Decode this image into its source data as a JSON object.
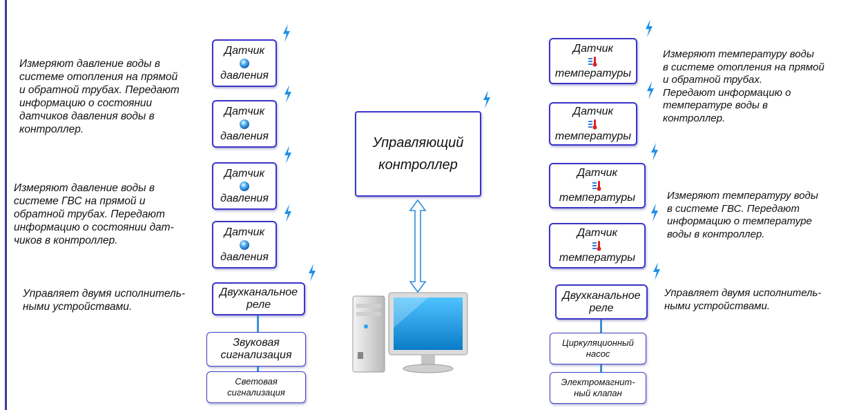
{
  "left": {
    "descriptions": [
      "Измеряют давление воды в\nсистеме отопления на прямой\nи обратной трубах. Передают\nинформацию о состоянии\nдатчиков давления воды  в\nконтроллер.",
      "Измеряют давление воды в\nсистеме ГВС на прямой и\nобратной трубах. Передают\nинформацию о состоянии дат-\nчиков в   контроллер.",
      "Управляет двумя исполнитель-\nными устройствами."
    ],
    "sensors": [
      {
        "top": "Датчик",
        "bottom": "давления",
        "icon": "pressure-sensor-icon"
      },
      {
        "top": "Датчик",
        "bottom": "давления",
        "icon": "pressure-sensor-icon"
      },
      {
        "top": "Датчик",
        "bottom": "давления",
        "icon": "pressure-sensor-icon"
      },
      {
        "top": "Датчик",
        "bottom": "давления",
        "icon": "pressure-sensor-icon"
      }
    ],
    "relay": "Двухканальное\nреле",
    "outputs": [
      "Звуковая\nсигнализация",
      "Световая\nсигнализация"
    ]
  },
  "center": {
    "controller": "Управляющий\nконтроллер",
    "computer_icon": "computer-icon"
  },
  "right": {
    "descriptions": [
      "Измеряют температуру воды\nв системе отопления на прямой\nи обратной трубах.\nПередают информацию о\nтемпературе воды в\nконтроллер.",
      "Измеряют температуру воды\nв системе ГВС. Передают\nинформацию о температуре\nводы в контроллер.",
      "Управляет двумя исполнитель-\nными устройствами."
    ],
    "sensors": [
      {
        "top": "Датчик",
        "bottom": "температуры",
        "icon": "temperature-sensor-icon"
      },
      {
        "top": "Датчик",
        "bottom": "температуры",
        "icon": "temperature-sensor-icon"
      },
      {
        "top": "Датчик",
        "bottom": "температуры",
        "icon": "temperature-sensor-icon"
      },
      {
        "top": "Датчик",
        "bottom": "температуры",
        "icon": "temperature-sensor-icon"
      }
    ],
    "relay": "Двухканальное\nреле",
    "outputs": [
      "Циркуляционный\nнасос",
      "Электромагнит-\nный клапан"
    ]
  },
  "colors": {
    "box_border": "#3a33c8",
    "bolt": "#1e90e8",
    "arrow": "#2a8ee0",
    "connector": "#3b8fd6",
    "left_rule": "#3a3aa0"
  }
}
